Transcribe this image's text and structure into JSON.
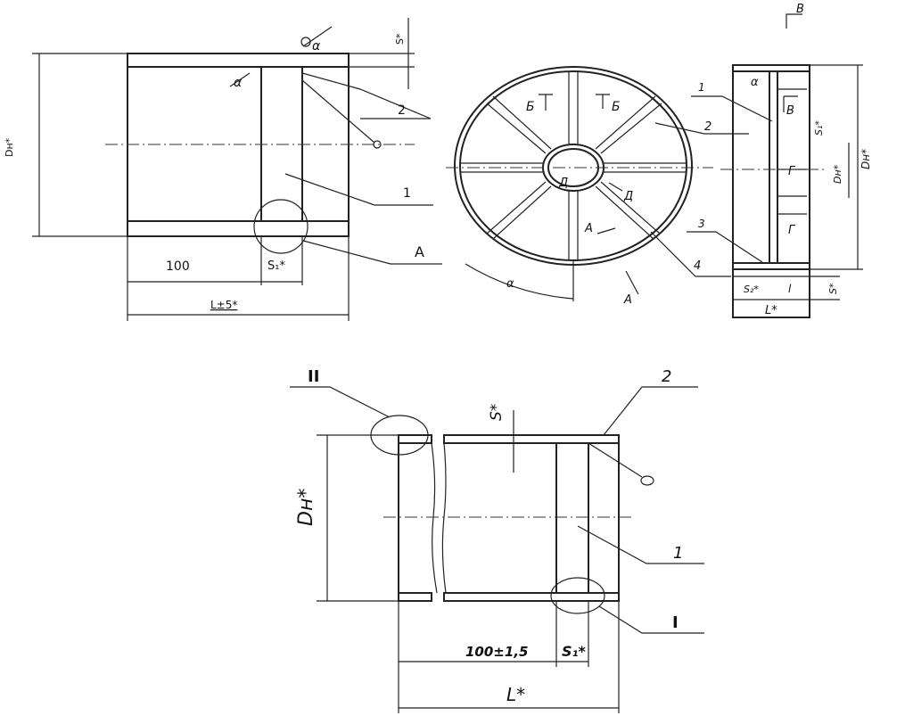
{
  "top_left": {
    "label_dn": "Dн*",
    "label_s": "S*",
    "label_alpha": "α",
    "label_2": "2",
    "label_1": "1",
    "label_A": "А",
    "dim_100": "100",
    "dim_s1": "S₁*",
    "dim_l": "L±5*"
  },
  "top_middle": {
    "label_B1": "Б",
    "label_B2": "Б",
    "label_2": "2",
    "label_D1": "Д",
    "label_D2": "Д",
    "label_A1": "А",
    "label_A2": "А",
    "label_4": "4",
    "label_alpha": "α"
  },
  "top_right": {
    "label_V_top": "В",
    "label_1": "1",
    "label_V": "В",
    "label_s1": "S₁*",
    "label_G1": "Г",
    "label_dn": "Dн*",
    "label_Dn": "Dн*",
    "label_G2": "Г",
    "label_3": "3",
    "label_s2": "S₂*",
    "label_l": "l",
    "label_s": "S*",
    "label_L": "L*",
    "label_alpha": "α"
  },
  "bottom": {
    "label_II": "II",
    "label_2": "2",
    "label_s": "S*",
    "label_Dn": "Dн*",
    "label_1": "1",
    "label_I": "I",
    "dim_100": "100±1,5",
    "dim_s1": "S₁*",
    "dim_L": "L*"
  }
}
